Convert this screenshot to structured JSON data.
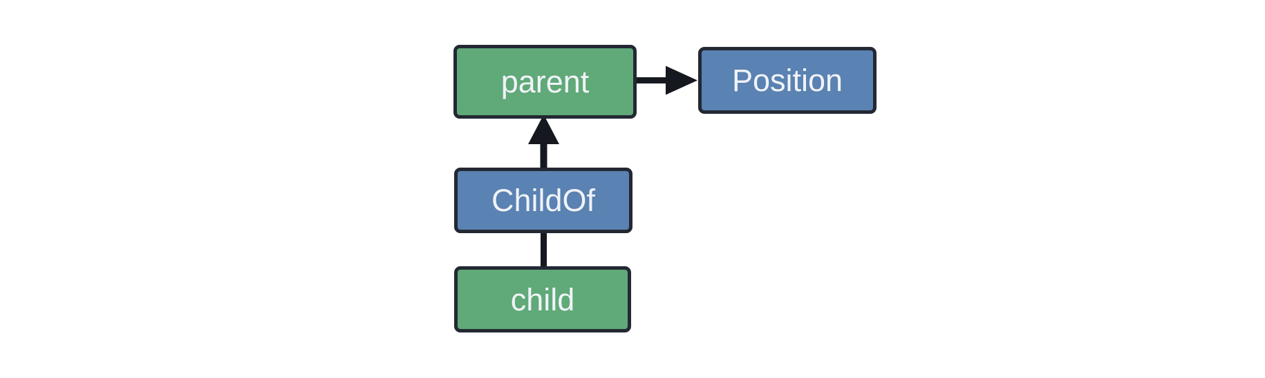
{
  "diagram": {
    "description": "Entity relationship diagram: child has ChildOf relationship to parent; parent has Position",
    "colors": {
      "background": "#ffffff",
      "entity_fill": "#60a978",
      "relation_fill": "#5a82b2",
      "node_border": "#232833",
      "edge": "#16181f",
      "label": "#f0f3f8"
    },
    "nodes": [
      {
        "id": "parent",
        "label": "parent",
        "kind": "entity"
      },
      {
        "id": "position",
        "label": "Position",
        "kind": "component"
      },
      {
        "id": "childof",
        "label": "ChildOf",
        "kind": "relationship"
      },
      {
        "id": "child",
        "label": "child",
        "kind": "entity"
      }
    ],
    "edges": [
      {
        "from": "parent",
        "to": "Position",
        "type": "arrow",
        "direction": "right"
      },
      {
        "from": "ChildOf",
        "to": "parent",
        "type": "arrow",
        "direction": "up"
      },
      {
        "from": "child",
        "to": "ChildOf",
        "type": "line",
        "direction": "up"
      }
    ]
  }
}
